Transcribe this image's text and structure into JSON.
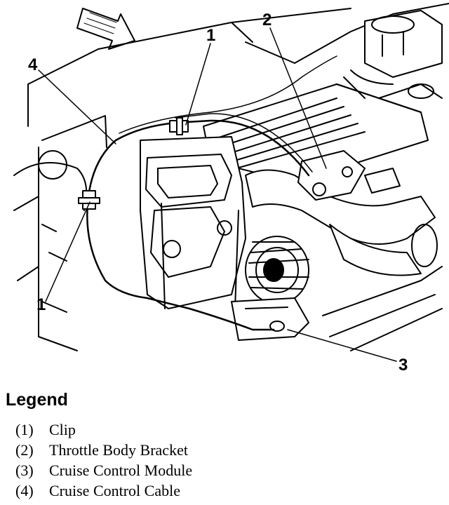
{
  "callouts": {
    "c1_top": "1",
    "c2": "2",
    "c3": "3",
    "c4": "4",
    "c1_left": "1"
  },
  "legend": {
    "title": "Legend",
    "items": [
      {
        "num": "(1)",
        "label": "Clip"
      },
      {
        "num": "(2)",
        "label": "Throttle Body Bracket"
      },
      {
        "num": "(3)",
        "label": "Cruise Control Module"
      },
      {
        "num": "(4)",
        "label": "Cruise Control Cable"
      }
    ]
  },
  "icons": {
    "direction": "front-arrow-icon"
  }
}
